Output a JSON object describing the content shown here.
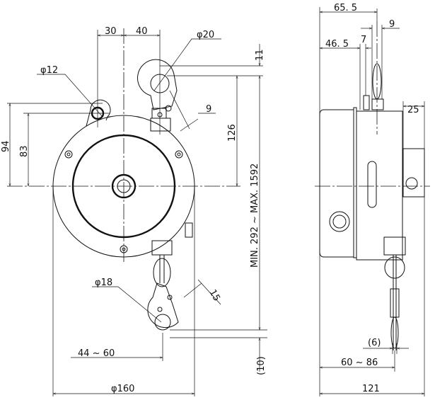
{
  "front_view": {
    "dims": {
      "d30": "30",
      "d40": "40",
      "phi20": "φ20",
      "phi12": "φ12",
      "d11": "11",
      "d9": "9",
      "d94": "94",
      "d83": "83",
      "d126": "126",
      "stroke": "MIN. 292 ~ MAX. 1592",
      "phi18": "φ18",
      "d15": "15",
      "hook_width": "44 ~ 60",
      "d10": "(10)",
      "phi160": "φ160"
    }
  },
  "side_view": {
    "dims": {
      "d65_5": "65. 5",
      "d9": "9",
      "d46_5": "46. 5",
      "d7": "7",
      "d25": "25",
      "d6": "(6)",
      "d60_86": "60 ~ 86",
      "d121": "121"
    }
  }
}
